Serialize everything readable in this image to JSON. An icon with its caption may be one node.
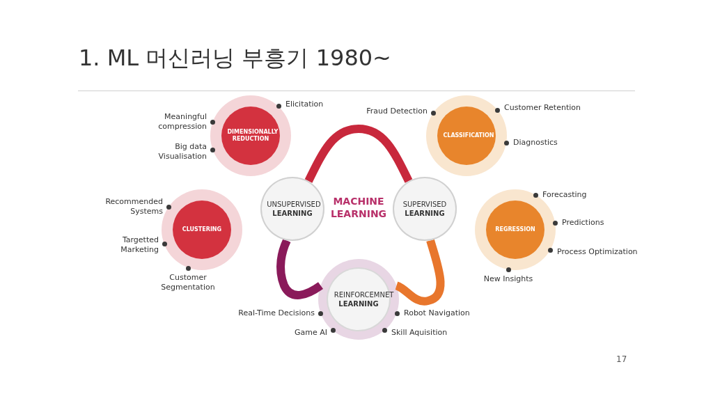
{
  "diagram": {
    "title": "1. ML 머신러닝 부흥기 1980~",
    "nodes": [
      {
        "text": [
          "MACHINE LEARNING"
        ]
      },
      {
        "text": [
          "UNSUPERVISED **LEARNING**"
        ]
      },
      {
        "text": [
          "DIMENSIONALLY **REDUCTION**"
        ],
        "beside": [
          "Meaningful compression",
          "Elicitation",
          "Big data Visualisation"
        ]
      },
      {
        "text": [
          "CLUSTERING"
        ],
        "beside": [
          "Recommended Systems",
          "Targetted Marketing",
          "Customer Segmentation"
        ]
      },
      {
        "text": [
          "SUPERVISED **LEARNING**"
        ]
      },
      {
        "text": [
          "CLASSIFICATION"
        ],
        "beside": [
          "Fraud Detection",
          "Customer Retention",
          "Diagnostics"
        ]
      },
      {
        "text": [
          "REGRESSION"
        ],
        "beside": [
          "Forecasting",
          "Predictions",
          "Process Optimization",
          "New Insights"
        ]
      },
      {
        "text": [
          "REINFORCEMNET **LEARNING**"
        ],
        "beside": [
          "Real-Time Decisions",
          "Robot Navigation",
          "Game AI",
          "Skill Aquisition"
        ]
      }
    ],
    "edges": [
      {
        "from": 1,
        "to": 4,
        "arrow": "none",
        "color": "#c8283c"
      },
      {
        "from": 4,
        "to": 7,
        "arrow": "none",
        "color": "#e8762c"
      },
      {
        "from": 7,
        "to": 1,
        "arrow": "none",
        "color": "#8a1a5a"
      }
    ],
    "labels": [
      "17"
    ]
  }
}
